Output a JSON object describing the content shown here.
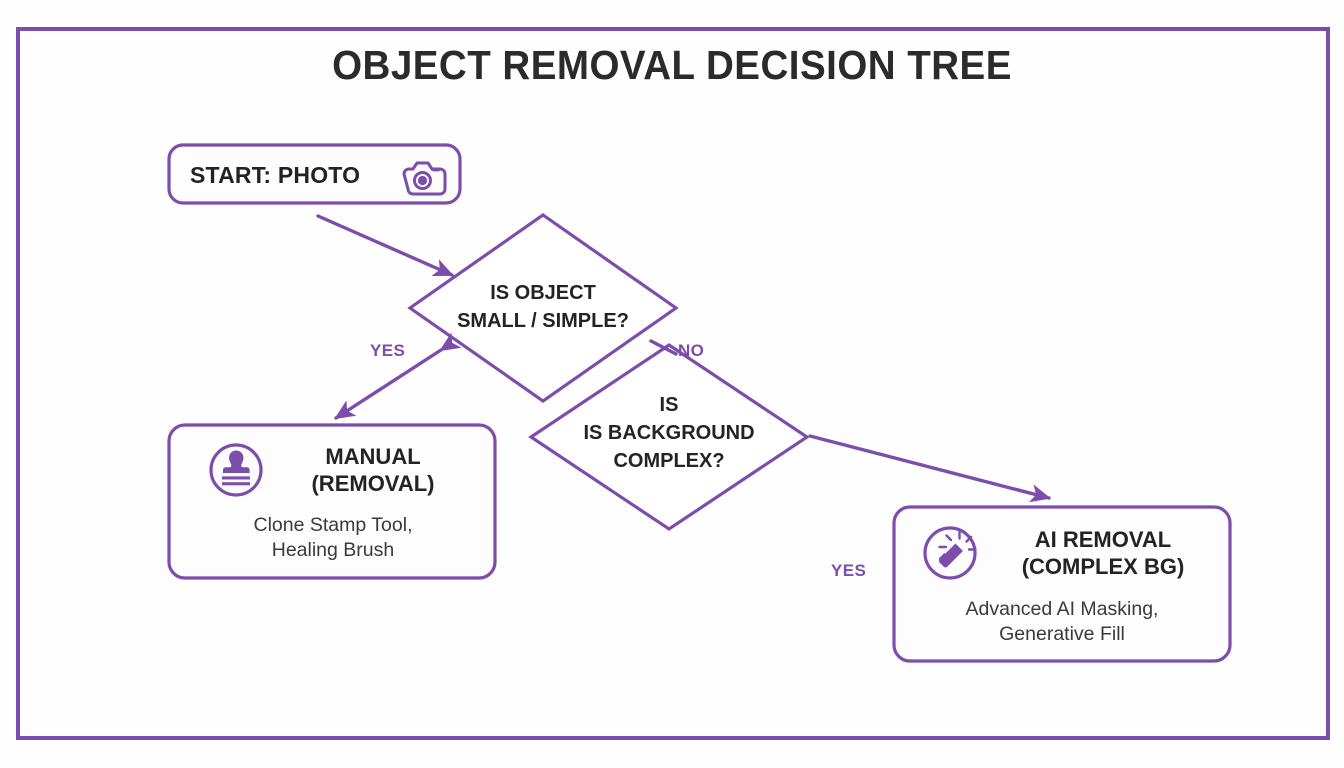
{
  "page": {
    "title": "OBJECT REMOVAL DECISION TREE",
    "accent_color": "#7c4dab",
    "text_color": "#262626",
    "background_color": "#ffffff"
  },
  "nodes": {
    "start": {
      "label": "START: PHOTO",
      "icon": "camera-icon",
      "shape": "rounded-rect"
    },
    "decision_one": {
      "line1": "IS OBJECT",
      "line2": "SMALL / SIMPLE?",
      "shape": "diamond"
    },
    "decision_two": {
      "line1": "IS",
      "line2": "IS BACKGROUND",
      "line3": "COMPLEX?",
      "shape": "diamond"
    },
    "manual": {
      "title_line1": "MANUAL",
      "title_line2": "(REMOVAL)",
      "sub_line1": "Clone Stamp Tool,",
      "sub_line2": "Healing Brush",
      "icon": "stamp-icon",
      "shape": "rounded-rect"
    },
    "ai": {
      "title_line1": "AI REMOVAL",
      "title_line2": "(COMPLEX BG)",
      "sub_line1": "Advanced AI Masking,",
      "sub_line2": "Generative Fill",
      "icon": "magic-wand-icon",
      "shape": "rounded-rect"
    }
  },
  "edges": {
    "start_to_decision_one": {
      "label": ""
    },
    "decision_one_yes": {
      "label": "YES"
    },
    "decision_one_no": {
      "label": "NO"
    },
    "decision_two_yes": {
      "label": "YES"
    }
  }
}
